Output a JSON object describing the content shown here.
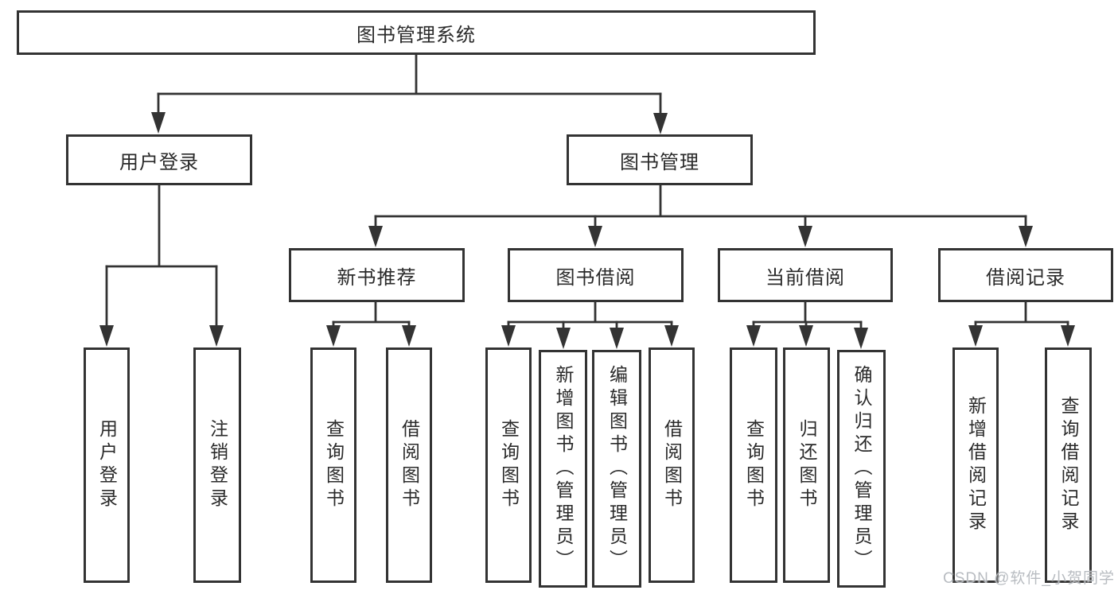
{
  "diagram_title": "图书管理系统",
  "watermark": "CSDN @软件_小贺同学",
  "colors": {
    "line": "#333333",
    "box_border": "#333333",
    "text": "#2a2a2a",
    "background": "#ffffff",
    "watermark": "#b2b6bc"
  },
  "tree": {
    "label": "图书管理系统",
    "children": [
      {
        "label": "用户登录",
        "children": [
          {
            "label": "用户登录"
          },
          {
            "label": "注销登录"
          }
        ]
      },
      {
        "label": "图书管理",
        "children": [
          {
            "label": "新书推荐",
            "children": [
              {
                "label": "查询图书"
              },
              {
                "label": "借阅图书"
              }
            ]
          },
          {
            "label": "图书借阅",
            "children": [
              {
                "label": "查询图书"
              },
              {
                "label": "新增图书（管理员）"
              },
              {
                "label": "编辑图书（管理员）"
              },
              {
                "label": "借阅图书"
              }
            ]
          },
          {
            "label": "当前借阅",
            "children": [
              {
                "label": "查询图书"
              },
              {
                "label": "归还图书"
              },
              {
                "label": "确认归还（管理员）"
              }
            ]
          },
          {
            "label": "借阅记录",
            "children": [
              {
                "label": "新增借阅记录"
              },
              {
                "label": "查询借阅记录"
              }
            ]
          }
        ]
      }
    ]
  }
}
